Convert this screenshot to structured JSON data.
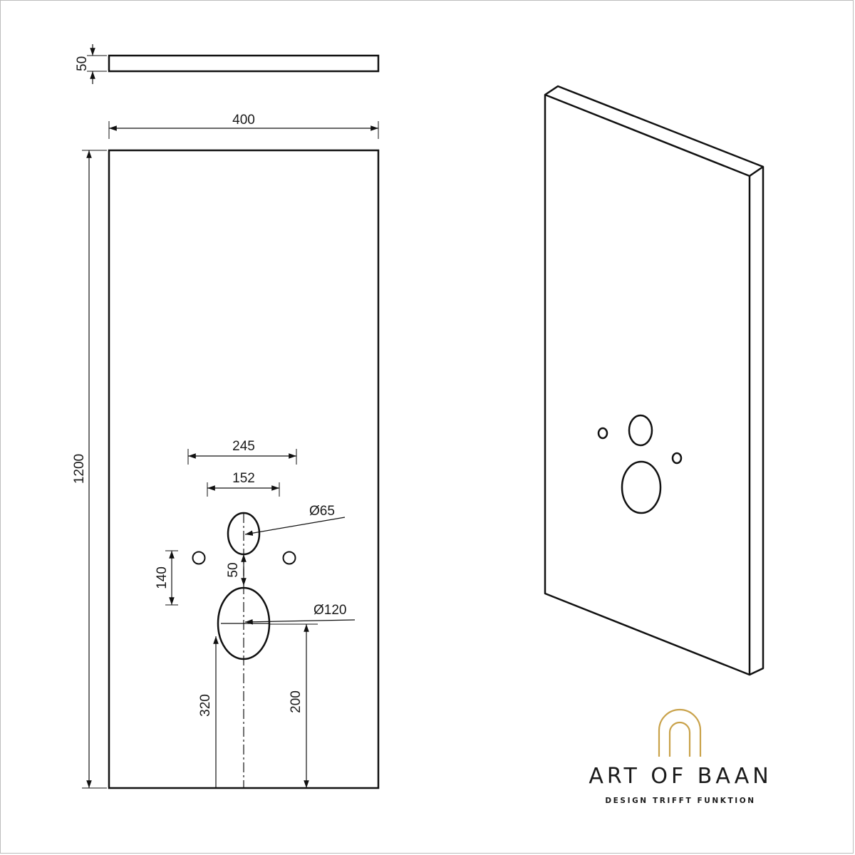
{
  "dimensions": {
    "thickness": "50",
    "width": "400",
    "height": "1200",
    "flush_bolt_spacing": "245",
    "pipe_spacing": "152",
    "small_hole_diameter": "Ø65",
    "hole_gap": "50",
    "bolt_height": "140",
    "large_hole_diameter": "Ø120",
    "large_hole_center_height": "320",
    "bolt_floor_height": "200"
  },
  "brand": {
    "name": "ART OF BAAN",
    "tagline": "DESIGN TRIFFT FUNKTION",
    "logo_color": "#c9a24a"
  },
  "colors": {
    "line": "#111111"
  }
}
